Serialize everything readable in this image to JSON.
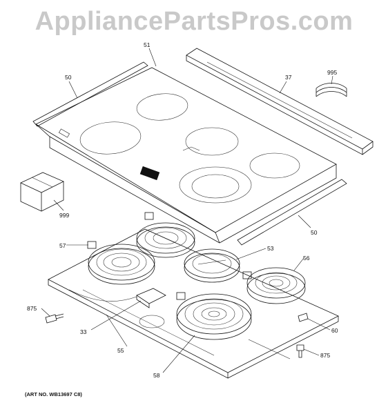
{
  "watermark": "AppliancePartsPros.com",
  "art_number": "(ART NO. WB13697 C8)",
  "callouts": {
    "c51": "51",
    "c50_top": "50",
    "c37": "37",
    "c995": "995",
    "c999": "999",
    "c50_right": "50",
    "c57": "57",
    "c53": "53",
    "c56": "56",
    "c875_left": "875",
    "c33": "33",
    "c55": "55",
    "c58": "58",
    "c60": "60",
    "c875_right": "875"
  }
}
